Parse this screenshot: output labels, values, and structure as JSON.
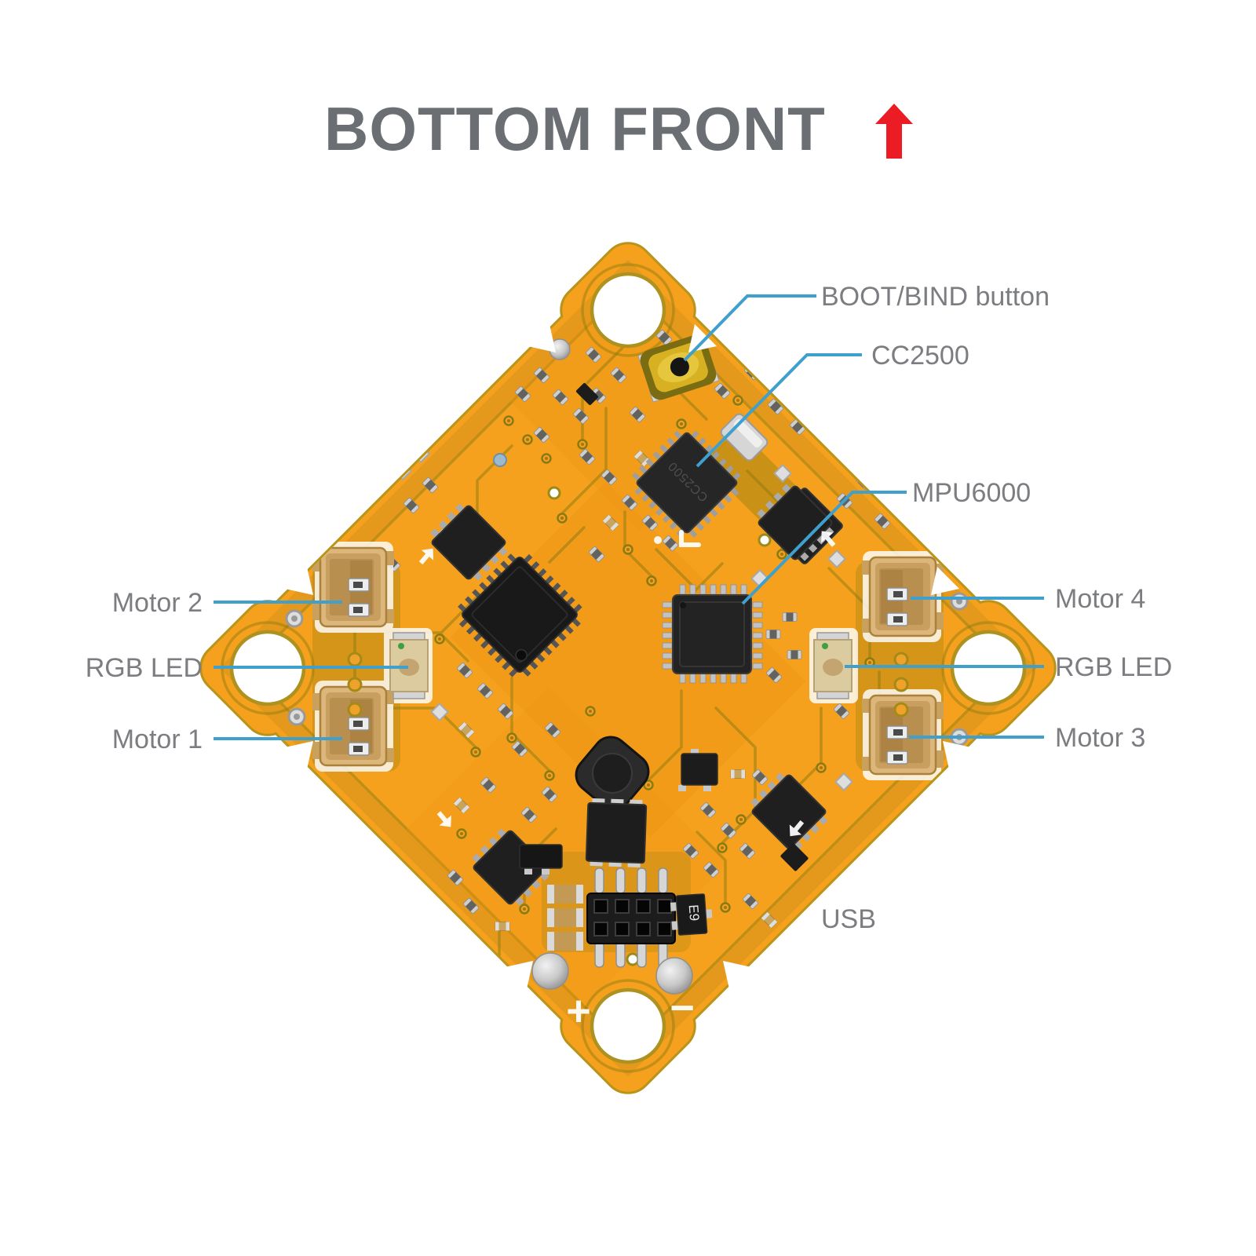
{
  "title": "BOTTOM FRONT",
  "orientation_arrow": "up",
  "labels": {
    "boot_bind": "BOOT/BIND button",
    "cc2500": "CC2500",
    "mpu6000": "MPU6000",
    "motor4": "Motor 4",
    "rgb_led_right": "RGB LED",
    "motor3": "Motor 3",
    "motor2": "Motor 2",
    "rgb_led_left": "RGB LED",
    "motor1": "Motor 1",
    "usb": "USB"
  },
  "board_silkscreen": {
    "battery_plus": "+",
    "battery_minus": "−",
    "transistor_marking": "E9",
    "rf_chip_marking": "CC2500"
  },
  "colors": {
    "pcb_orange": "#F5A11D",
    "pcb_edge": "#B8941A",
    "copper_trace": "#8A7B10",
    "leader_line_blue": "#3FA0CD",
    "label_gray": "#7B7D81",
    "title_gray": "#6B6F74",
    "arrow_red": "#EC1C24"
  }
}
